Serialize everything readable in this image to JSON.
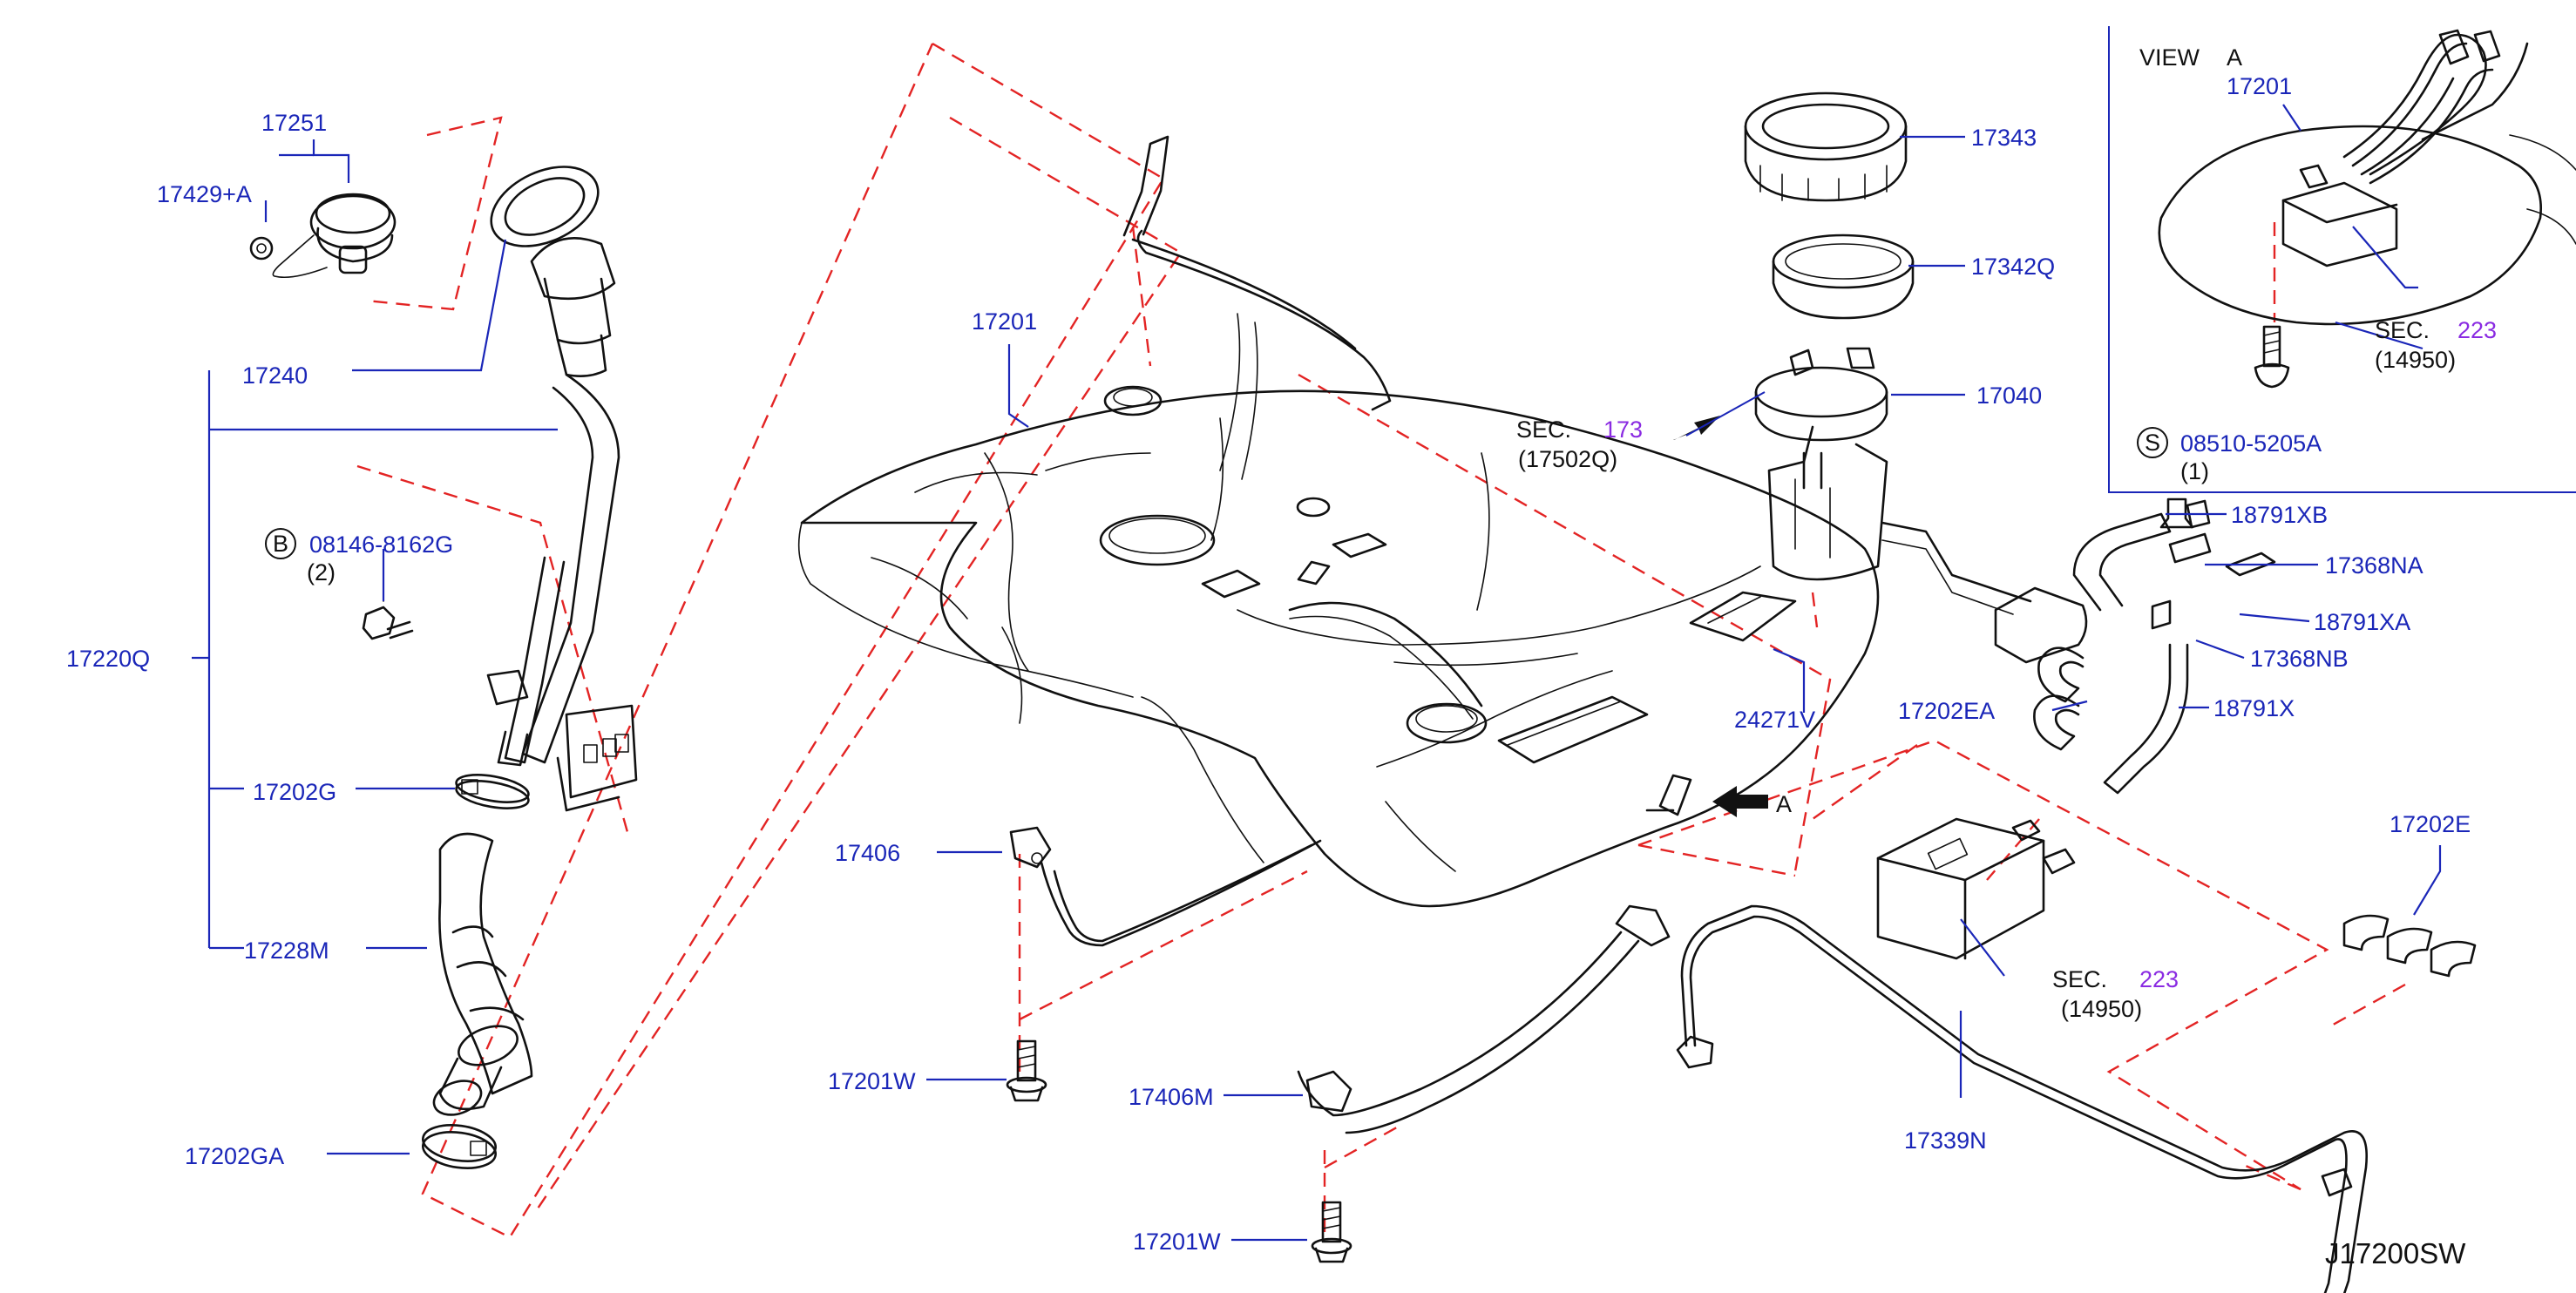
{
  "diagram_id": "J17200SW",
  "view_a": {
    "title": "VIEW",
    "letter": "A"
  },
  "sec_173": {
    "prefix": "SEC.",
    "num": "173",
    "ref": "(17502Q)"
  },
  "sec_223_pump": {
    "prefix": "SEC.",
    "num": "223",
    "ref": "(14950)"
  },
  "sec_223_canister": {
    "prefix": "SEC.",
    "num": "223",
    "ref": "(14950)"
  },
  "arrow_a": "A",
  "bolt_b": {
    "symbol": "B",
    "part": "08146-8162G",
    "qty": "(2)"
  },
  "screw_s": {
    "symbol": "S",
    "part": "08510-5205A",
    "qty": "(1)"
  },
  "labels": {
    "p17251": "17251",
    "p17429a": "17429+A",
    "p17240": "17240",
    "p17220q": "17220Q",
    "p17202g": "17202G",
    "p17228m": "17228M",
    "p17202ga": "17202GA",
    "p17201": "17201",
    "p17201_view": "17201",
    "p17406": "17406",
    "p17201w_1": "17201W",
    "p17406m": "17406M",
    "p17201w_2": "17201W",
    "p17343": "17343",
    "p17342q": "17342Q",
    "p17040": "17040",
    "p24271v": "24271V",
    "p18791xb": "18791XB",
    "p17368na": "17368NA",
    "p18791xa": "18791XA",
    "p17368nb": "17368NB",
    "p17202ea": "17202EA",
    "p18791x": "18791X",
    "p17202e": "17202E",
    "p17339n": "17339N"
  }
}
